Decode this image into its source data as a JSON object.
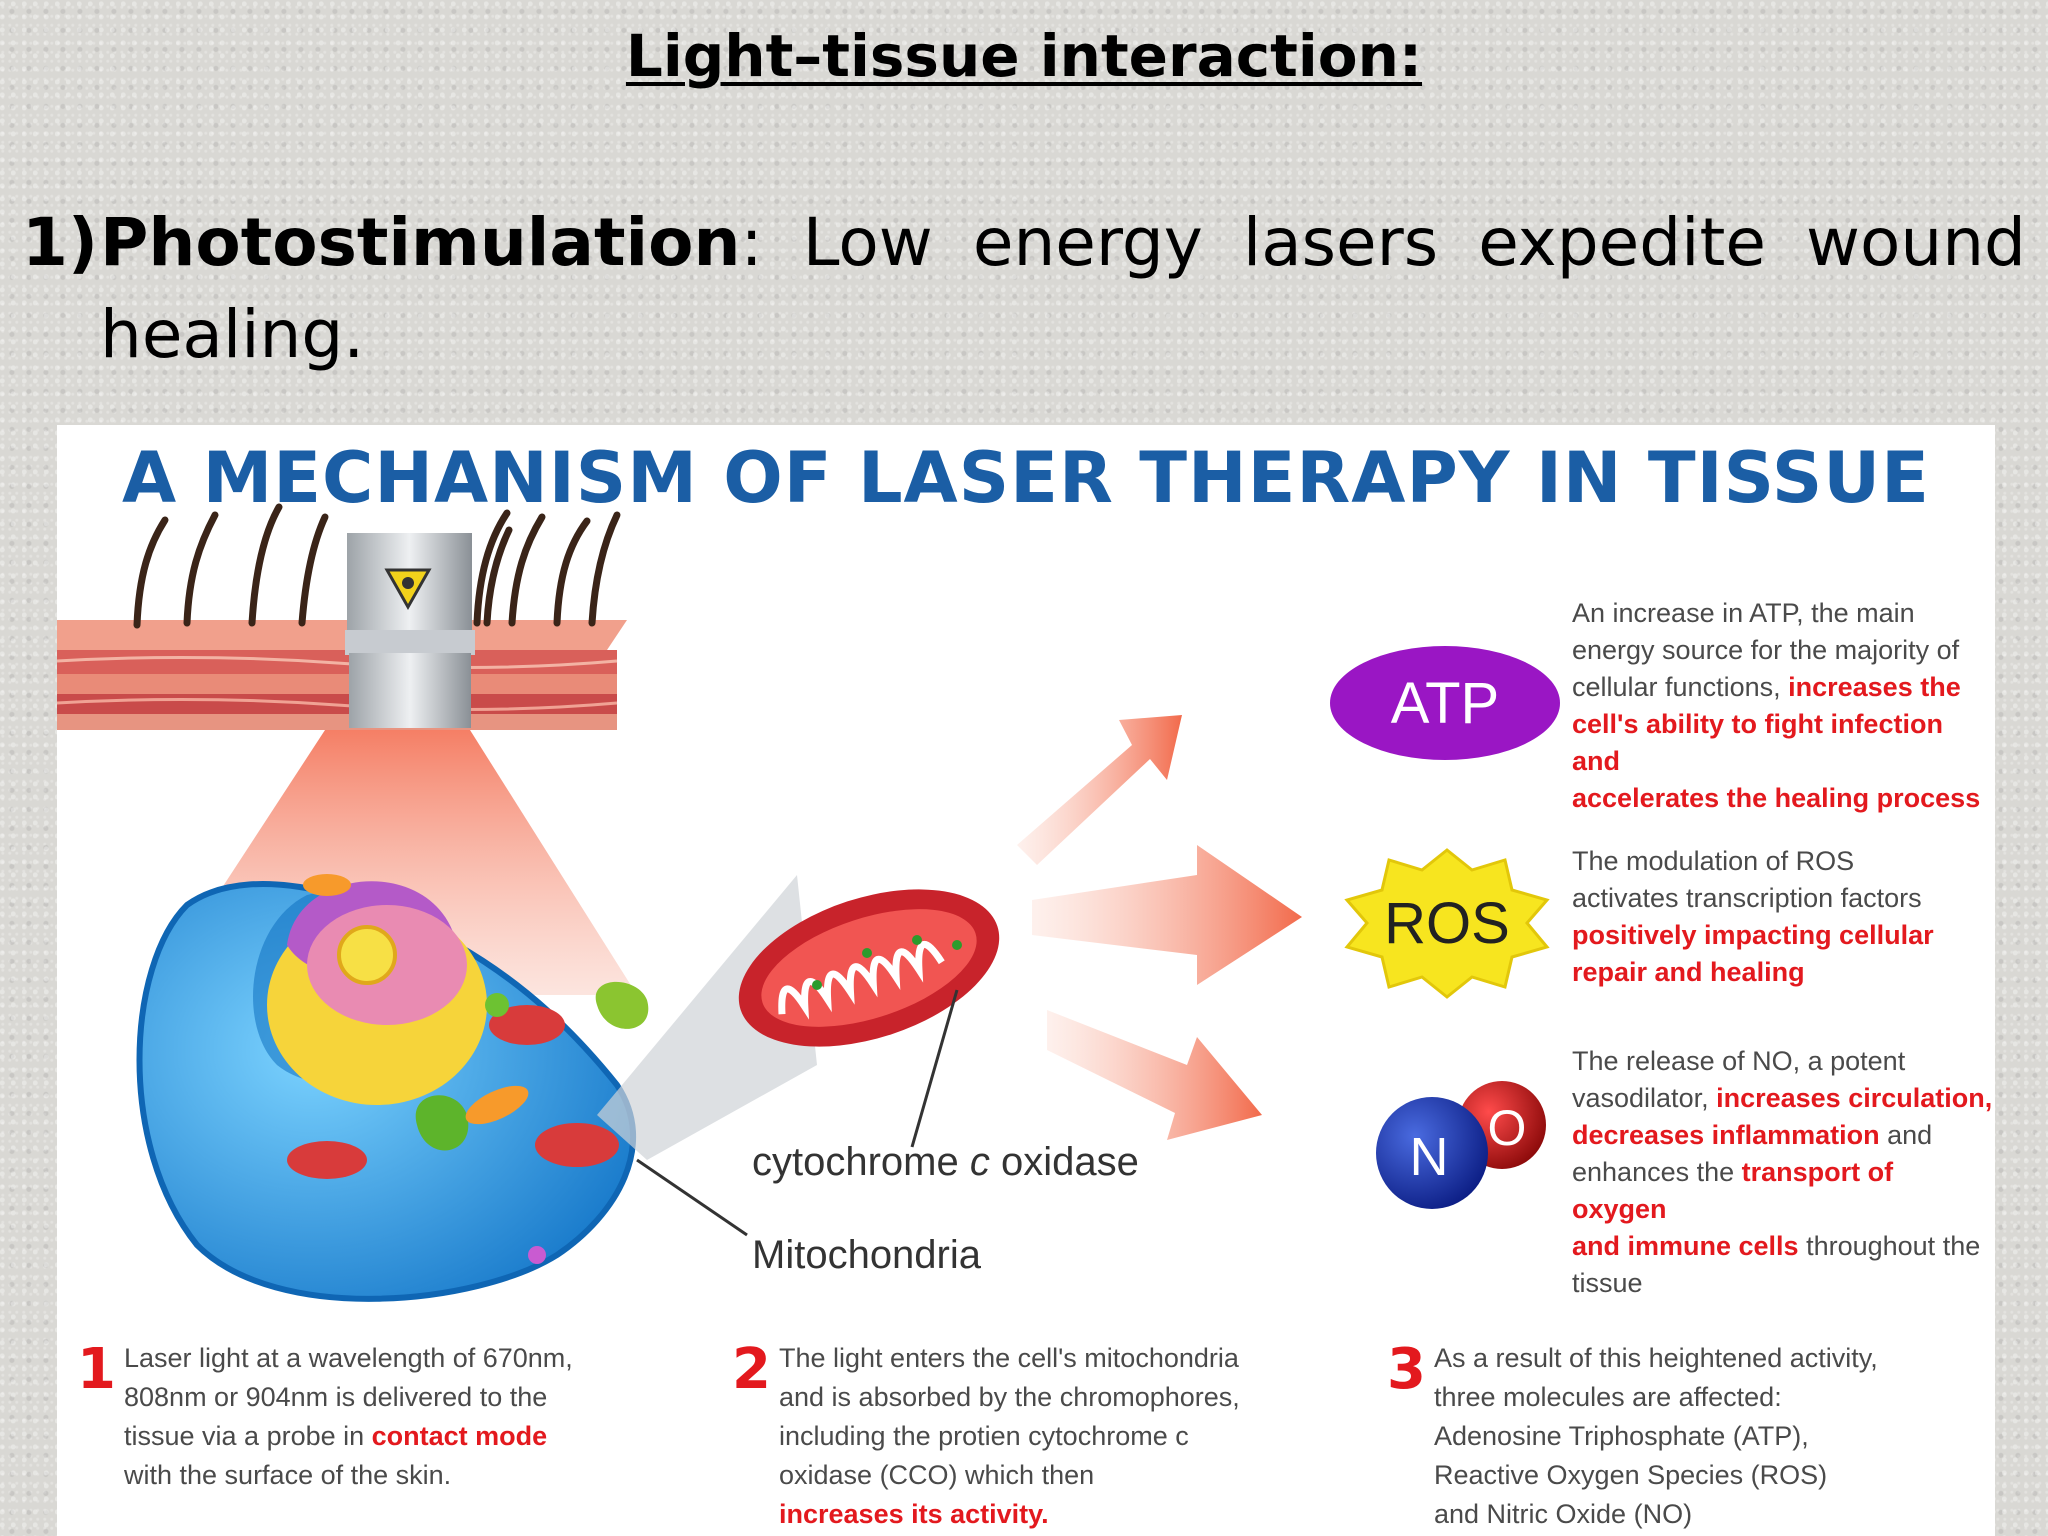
{
  "slide": {
    "title": "Light–tissue interaction:",
    "point_number": "1)",
    "point_term": "Photostimulation",
    "point_colon": ":",
    "point_words": [
      "Low",
      "energy",
      "lasers",
      "expedite",
      "wound"
    ],
    "point_line2": "healing."
  },
  "figure": {
    "title": "A MECHANISM OF LASER THERAPY IN TISSUE",
    "labels": {
      "cco_prefix": "cytochrome ",
      "cco_italic": "c",
      "cco_suffix": " oxidase",
      "mitochondria": "Mitochondria"
    },
    "molecules": {
      "atp": "ATP",
      "ros": "ROS",
      "no_n": "N",
      "no_o": "O"
    },
    "descriptions": {
      "atp": {
        "l1": "An increase in ATP, the main",
        "l2": "energy source for the majority of",
        "l3a": "cellular functions, ",
        "l3b": "increases the",
        "l4": "cell's ability to fight infection and",
        "l5": "accelerates the healing process"
      },
      "ros": {
        "l1": "The modulation of ROS",
        "l2": "activates transcription factors",
        "l3": "positively impacting cellular",
        "l4": "repair and healing"
      },
      "no": {
        "l1": "The release of NO, a potent",
        "l2a": "vasodilator, ",
        "l2b": "increases circulation,",
        "l3a": "decreases inflammation",
        "l3b": " and",
        "l4a": "enhances the ",
        "l4b": "transport of oxygen",
        "l5a": "and immune cells",
        "l5b": " throughout the",
        "l6": "tissue"
      }
    },
    "steps": [
      {
        "number": "1",
        "l1": "Laser light at a wavelength of 670nm,",
        "l2": "808nm or 904nm is delivered to the",
        "l3a": "tissue via a probe in ",
        "l3b": "contact mode",
        "l4": "with the surface of the skin."
      },
      {
        "number": "2",
        "l1": "The light enters the cell's mitochondria",
        "l2": "and is absorbed by the chromophores,",
        "l3": "including the protien cytochrome c",
        "l4": "oxidase (CCO) which then",
        "l5": "increases its activity."
      },
      {
        "number": "3",
        "l1": "As a result of this heightened activity,",
        "l2": "three molecules are affected:",
        "l3": "Adenosine Triphosphate (ATP),",
        "l4": "Reactive Oxygen Species (ROS)",
        "l5": "and Nitric Oxide (NO)"
      }
    ],
    "colors": {
      "title_blue": "#1b5ea5",
      "highlight_red": "#e3191e",
      "atp_purple": "#9a16c4",
      "ros_yellow": "#f7e51f",
      "cell_blue": "#2fa4e6"
    }
  }
}
